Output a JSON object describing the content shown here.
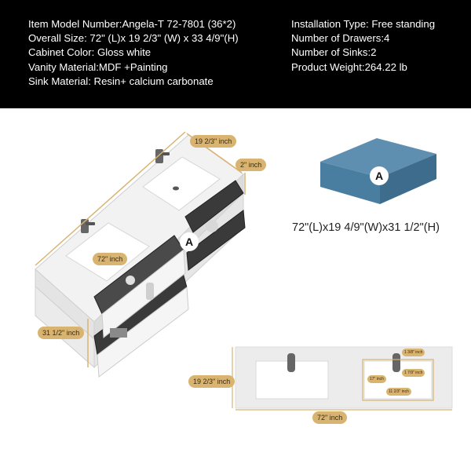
{
  "specs": {
    "left": [
      "Item Model Number:Angela-T 72-7801 (36*2)",
      "Overall Size: 72\" (L)x 19 2/3\" (W) x 33 4/9\"(H)",
      "Cabinet Color: Gloss white",
      "Vanity Material:MDF +Painting",
      "Sink Material: Resin+ calcium carbonate"
    ],
    "right": [
      "Installation Type: Free standing",
      "Number of Drawers:4",
      "Number of Sinks:2",
      "Product Weight:264.22 lb"
    ]
  },
  "dimensions": {
    "depth_top": "19 2/3\" inch",
    "thickness": "2\" inch",
    "length_72": "72\" inch",
    "height": "31 1/2\" inch",
    "marker": "A",
    "part_marker": "A",
    "part_dims": "72\"(L)x19 4/9\"(W)x31 1/2\"(H)",
    "top_depth": "19 2/3\" inch",
    "top_length": "72\" inch",
    "faucet_offset": "1 3/8\" inch",
    "faucet_to_bowl": "1 7/9\" inch",
    "bowl_side": "17\" inch",
    "bowl_depth": "11 2/3\" inch"
  },
  "colors": {
    "header_bg": "#000000",
    "label_bg": "#d9b370",
    "part_blue": "#4a7ea0"
  }
}
